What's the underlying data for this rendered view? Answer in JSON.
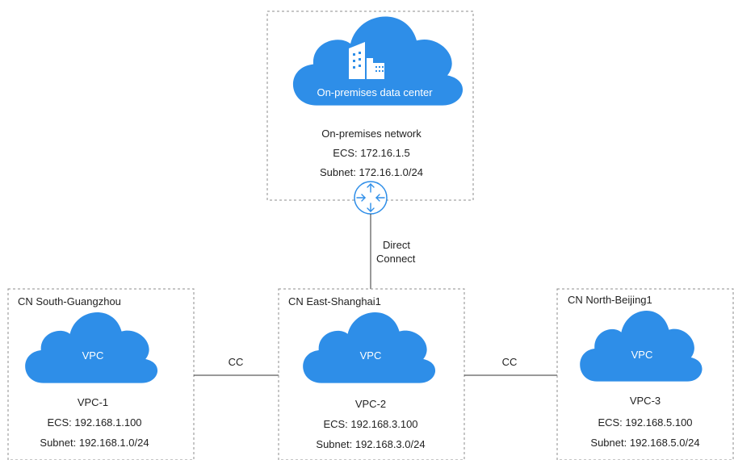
{
  "onprem": {
    "cloud_label": "On-premises data center",
    "title": "On-premises network",
    "ecs": "ECS: 172.16.1.5",
    "subnet": "Subnet: 172.16.1.0/24",
    "icons": [
      "building-icon",
      "router-icon"
    ]
  },
  "links": {
    "direct_connect_line1": "Direct",
    "direct_connect_line2": "Connect",
    "cc_left": "CC",
    "cc_right": "CC"
  },
  "regions": [
    {
      "name": "CN South-Guangzhou",
      "cloud_label": "VPC",
      "vpc": "VPC-1",
      "ecs": "ECS: 192.168.1.100",
      "subnet": "Subnet: 192.168.1.0/24"
    },
    {
      "name": "CN East-Shanghai1",
      "cloud_label": "VPC",
      "vpc": "VPC-2",
      "ecs": "ECS: 192.168.3.100",
      "subnet": "Subnet: 192.168.3.0/24"
    },
    {
      "name": "CN North-Beijing1",
      "cloud_label": "VPC",
      "vpc": "VPC-3",
      "ecs": "ECS: 192.168.5.100",
      "subnet": "Subnet: 192.168.5.0/24"
    }
  ],
  "colors": {
    "cloud": "#2e8ee8",
    "router_stroke": "#2e8ee8",
    "border": "#8c8c8c",
    "line": "#333333"
  }
}
